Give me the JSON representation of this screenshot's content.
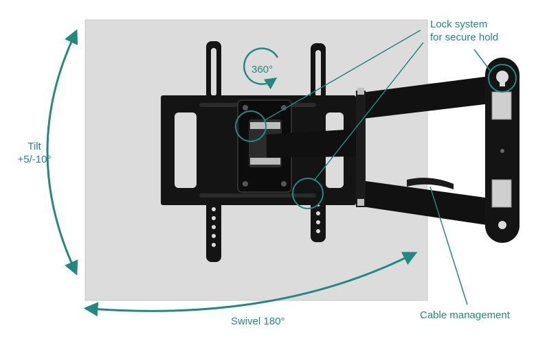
{
  "callouts": {
    "tilt_line1": "Tilt",
    "tilt_line2": "+5/-10°",
    "lock_line1": "Lock system",
    "lock_line2": "for secure hold",
    "cable": "Cable management",
    "swivel": "Swivel 180°",
    "rotation": "360°"
  },
  "colors": {
    "accent": "#1f8a80",
    "wall": "#dcdcdc",
    "metal": "#141414"
  }
}
